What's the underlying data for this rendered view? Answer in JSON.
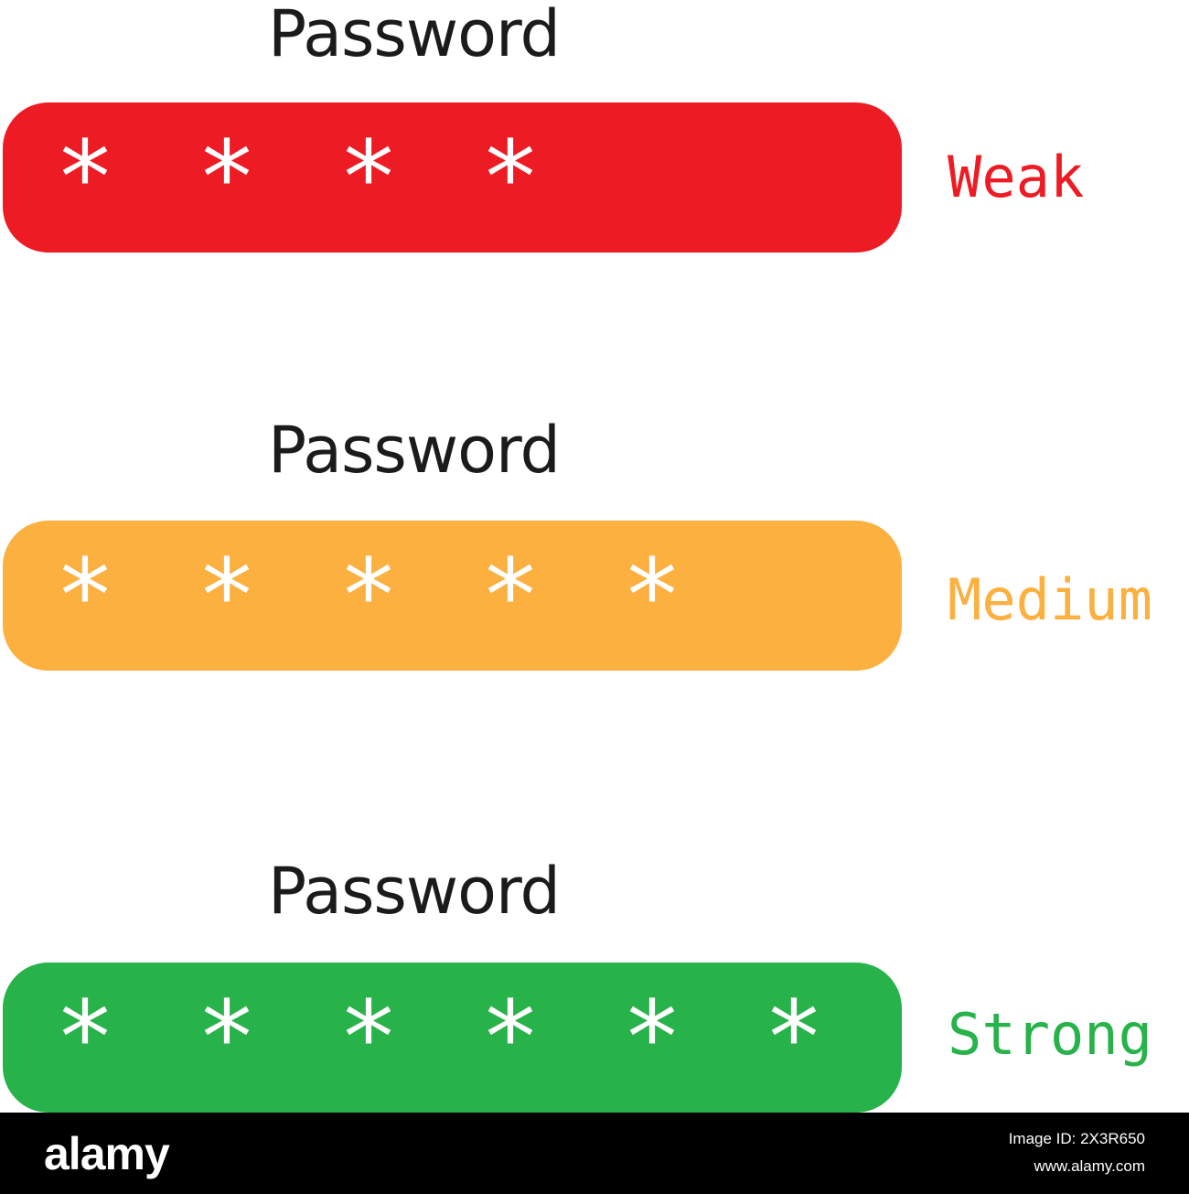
{
  "rows": [
    {
      "label": "Password",
      "mask": "****",
      "strength": "Weak",
      "bar_color": "#ed1c24",
      "strength_color": "#ed1c24"
    },
    {
      "label": "Password",
      "mask": "*****",
      "strength": "Medium",
      "bar_color": "#fbb040",
      "strength_color": "#fbb040"
    },
    {
      "label": "Password",
      "mask": "******",
      "strength": "Strong",
      "bar_color": "#27b24a",
      "strength_color": "#27b24a"
    }
  ],
  "footer": {
    "logo": "alamy",
    "image_id": "Image ID: 2X3R650",
    "site": "www.alamy.com"
  }
}
